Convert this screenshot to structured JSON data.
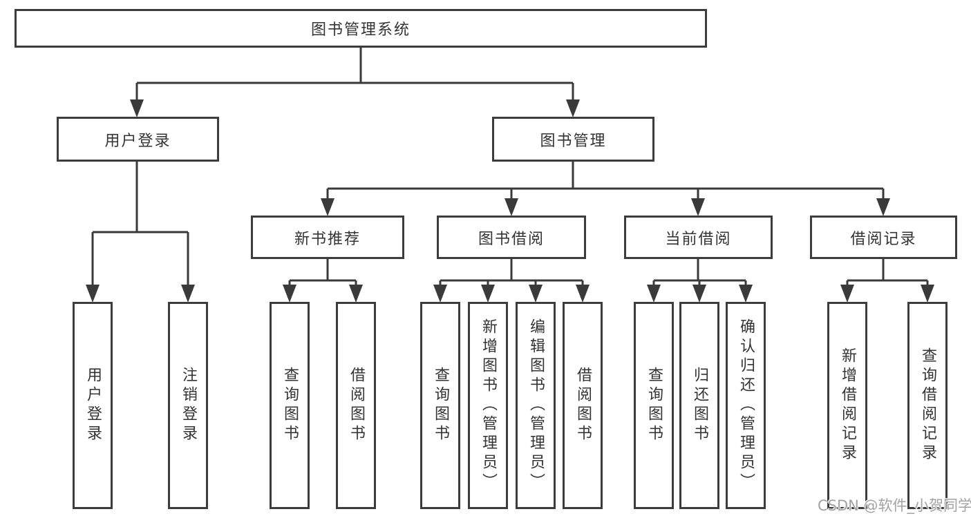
{
  "tree": {
    "root": {
      "label": "图书管理系统"
    },
    "branches": [
      {
        "label": "用户登录",
        "children": [
          {
            "label": "用户登录"
          },
          {
            "label": "注销登录"
          }
        ]
      },
      {
        "label": "图书管理",
        "children": [
          {
            "label": "新书推荐",
            "children": [
              {
                "label": "查询图书"
              },
              {
                "label": "借阅图书"
              }
            ]
          },
          {
            "label": "图书借阅",
            "children": [
              {
                "label": "查询图书"
              },
              {
                "label": "新增图书（管理员）"
              },
              {
                "label": "编辑图书（管理员）"
              },
              {
                "label": "借阅图书"
              }
            ]
          },
          {
            "label": "当前借阅",
            "children": [
              {
                "label": "查询图书"
              },
              {
                "label": "归还图书"
              },
              {
                "label": "确认归还（管理员）"
              }
            ]
          },
          {
            "label": "借阅记录",
            "children": [
              {
                "label": "新增借阅记录"
              },
              {
                "label": "查询借阅记录"
              }
            ]
          }
        ]
      }
    ]
  },
  "watermark": "CSDN @软件_小贺同学",
  "colors": {
    "line": "#3a3a3a",
    "box_border": "#3c3c3c",
    "text": "#333333",
    "watermark": "#a2a2a2",
    "background": "#ffffff"
  }
}
